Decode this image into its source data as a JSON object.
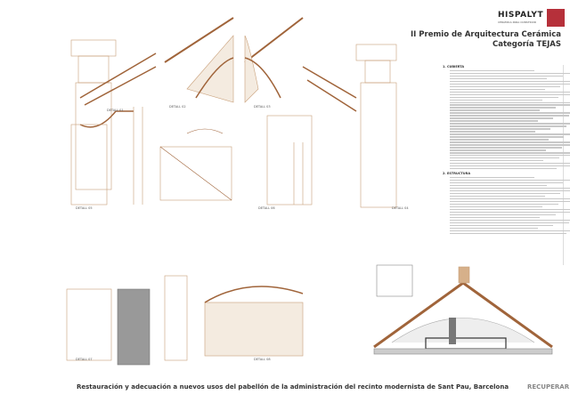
{
  "header": {
    "logo": "HISPALYT",
    "logo_sub": "CERÁMICA PARA CONSTRUIR",
    "title": "II Premio de Arquitectura Cerámica",
    "category": "Categoría TEJAS"
  },
  "notes": {
    "section1": "1. CUBIERTA",
    "section2": "2. ESTRUCTURA"
  },
  "details": [
    "DETALL 01",
    "DETALL 02",
    "DETALL 03",
    "DETALL 04",
    "DETALL 05",
    "DETALL 06",
    "DETALL 07",
    "DETALL 08"
  ],
  "footer": {
    "project": "Restauración y adecuación a nuevos usos del pabellón de la administración del recinto modernista de Sant Pau, Barcelona",
    "tag": "RECUPERAR"
  },
  "colors": {
    "drawing": "#c9a07a",
    "accent": "#a0643a",
    "seal": "#b6303a"
  }
}
